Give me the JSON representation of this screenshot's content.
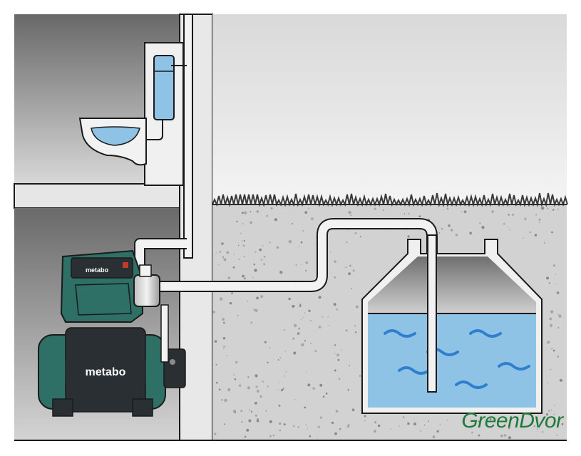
{
  "pump": {
    "brand_small": "metabo",
    "brand_large": "metabo",
    "colors": {
      "body": "#2e6f66",
      "dark": "#2a2f33",
      "panel": "#3d8a7f"
    }
  },
  "colors": {
    "water": "#8fc3e6",
    "wave": "#2f7fcf",
    "room_dark": "#6e6e6e",
    "room_light": "#d9d9d9",
    "ground": "#d6d6d6",
    "grass": "#3a3a3a"
  },
  "watermark": {
    "text": "GreenDvor",
    "color": "#1f7a3a"
  }
}
